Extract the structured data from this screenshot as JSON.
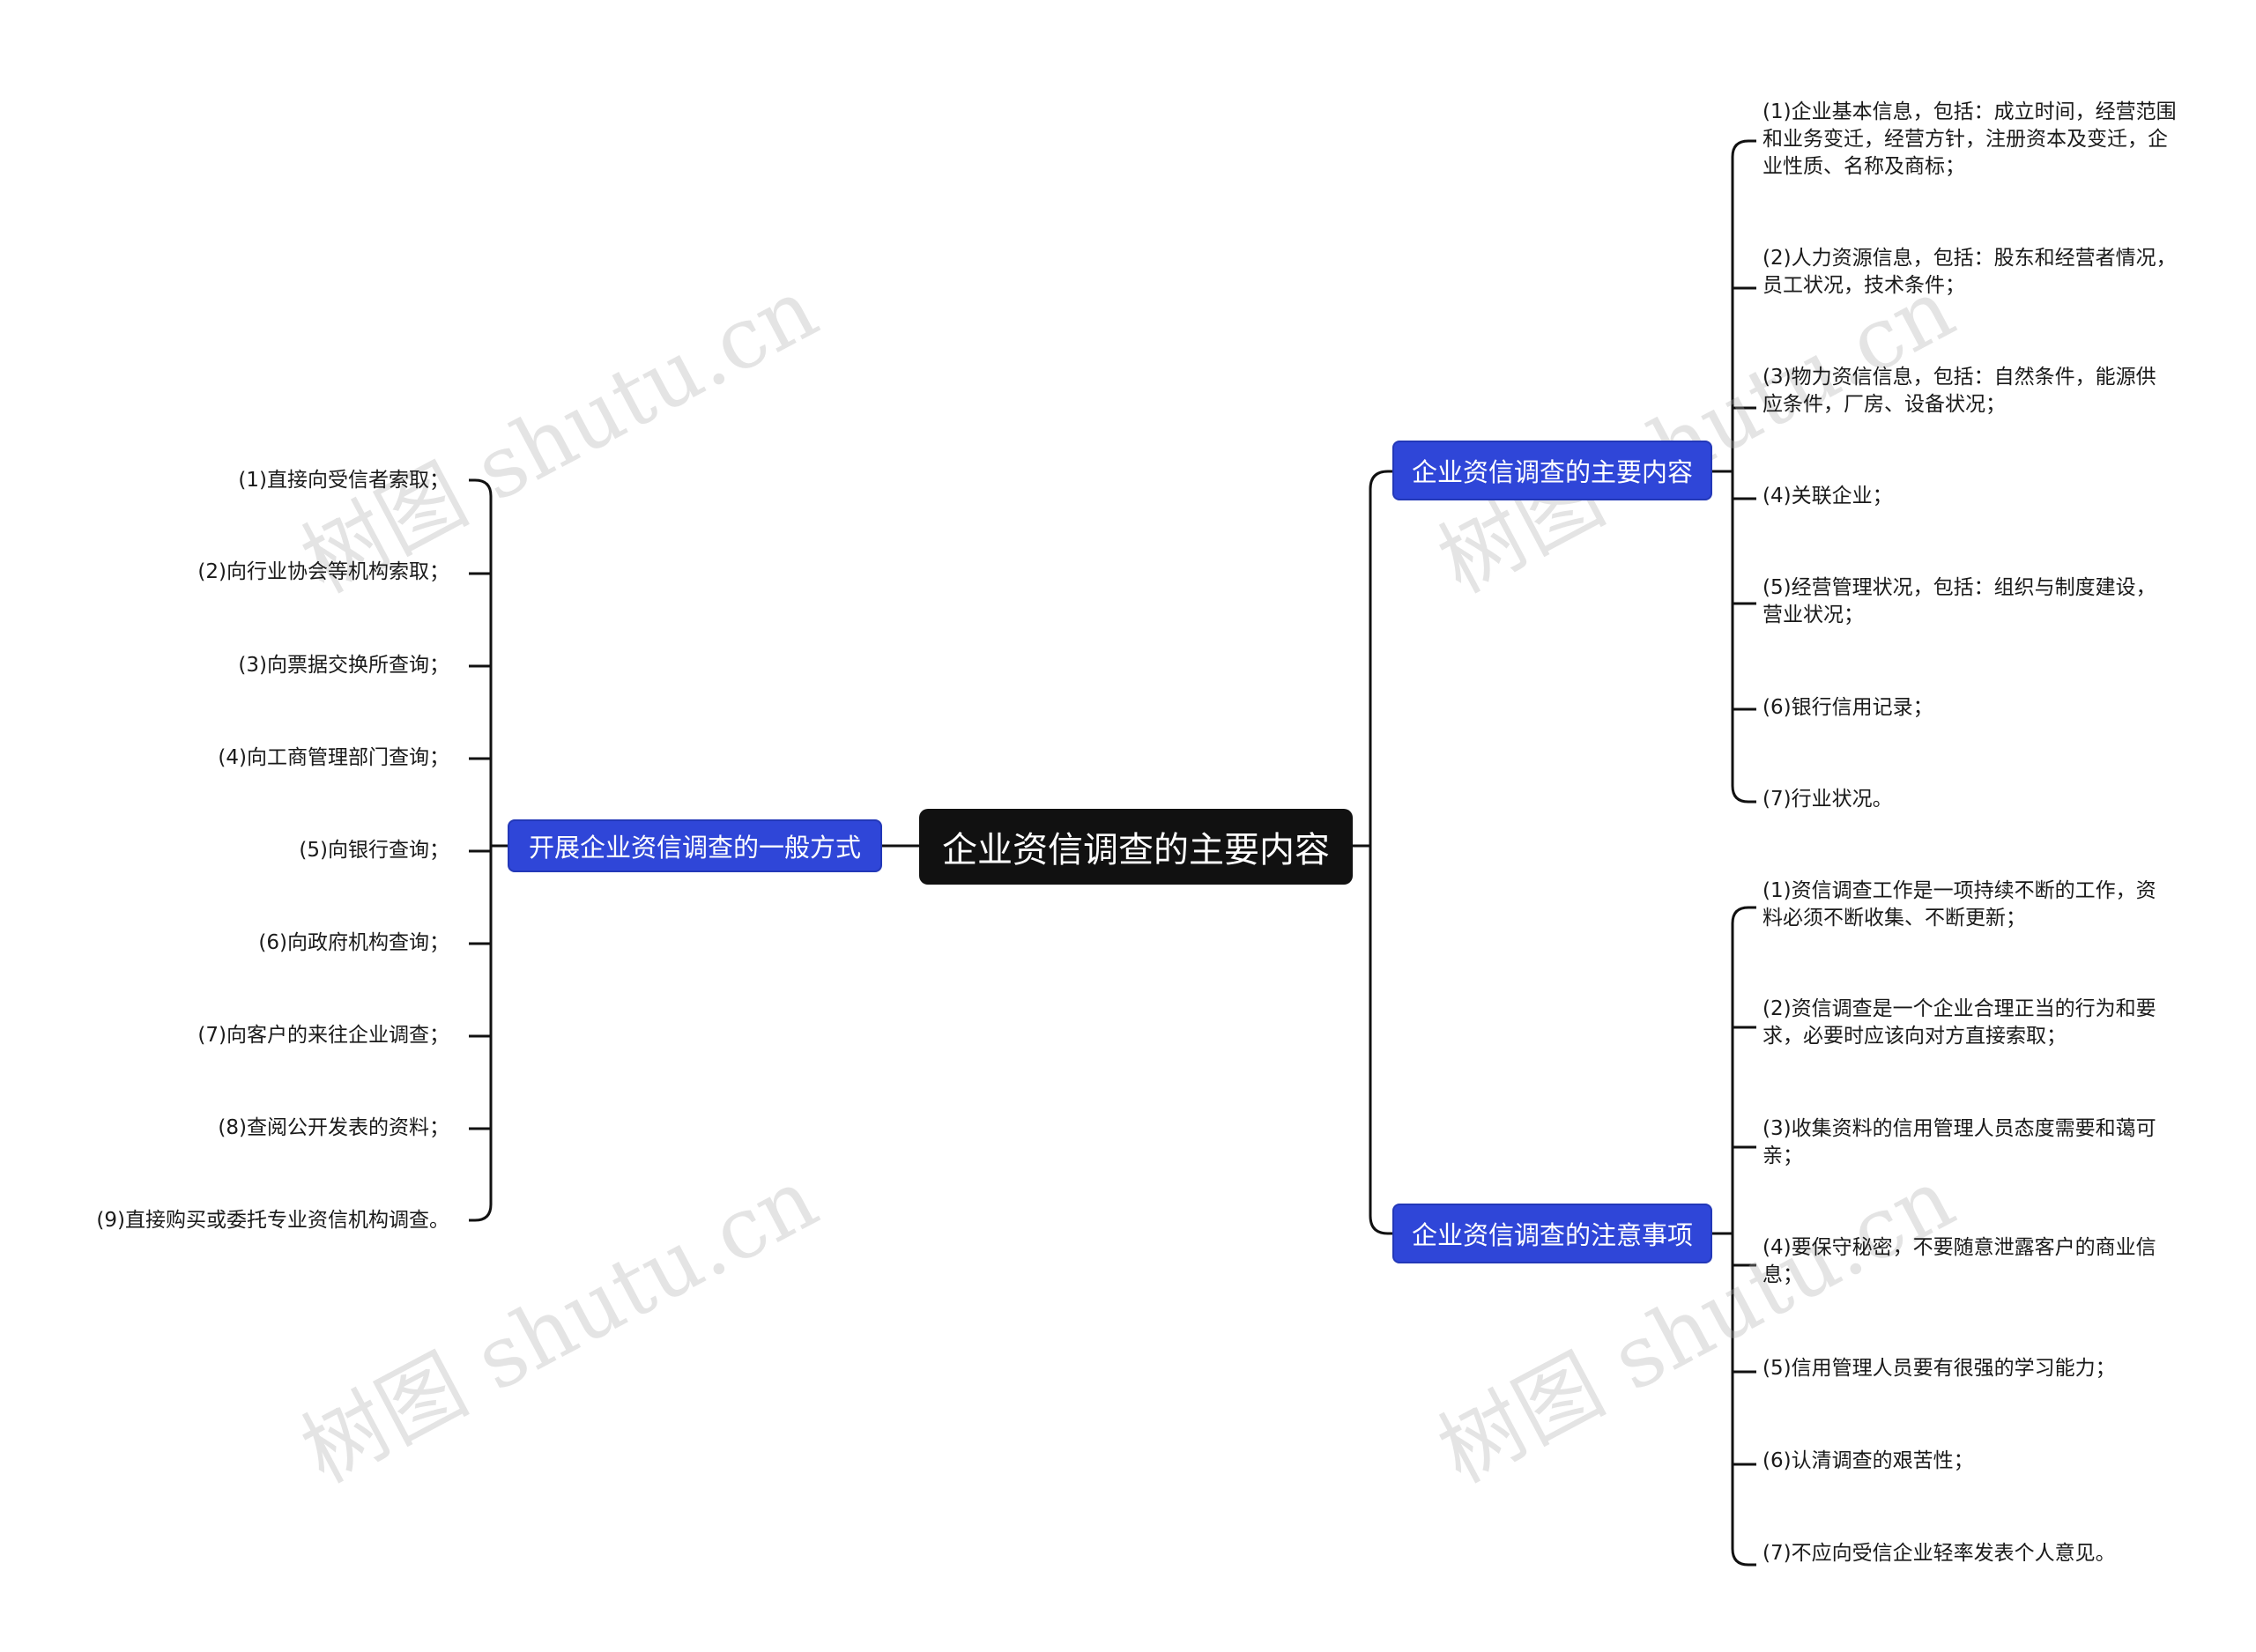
{
  "root": {
    "label": "企业资信调查的主要内容"
  },
  "branches": {
    "left": {
      "label": "开展企业资信调查的一般方式",
      "items": [
        "(1)直接向受信者索取；",
        "(2)向行业协会等机构索取；",
        "(3)向票据交换所查询；",
        "(4)向工商管理部门查询；",
        "(5)向银行查询；",
        "(6)向政府机构查询；",
        "(7)向客户的来往企业调查；",
        "(8)查阅公开发表的资料；",
        "(9)直接购买或委托专业资信机构调查。"
      ]
    },
    "right_top": {
      "label": "企业资信调查的主要内容",
      "items": [
        "(1)企业基本信息，包括：成立时间，经营范围和业务变迁，经营方针，注册资本及变迁，企业性质、名称及商标；",
        "(2)人力资源信息，包括：股东和经营者情况，员工状况，技术条件；",
        "(3)物力资信信息，包括：自然条件，能源供应条件，厂房、设备状况；",
        "(4)关联企业；",
        "(5)经营管理状况，包括：组织与制度建设，营业状况；",
        "(6)银行信用记录；",
        "(7)行业状况。"
      ]
    },
    "right_bottom": {
      "label": "企业资信调查的注意事项",
      "items": [
        "(1)资信调查工作是一项持续不断的工作，资料必须不断收集、不断更新；",
        "(2)资信调查是一个企业合理正当的行为和要求，必要时应该向对方直接索取；",
        "(3)收集资料的信用管理人员态度需要和蔼可亲；",
        "(4)要保守秘密，不要随意泄露客户的商业信息；",
        "(5)信用管理人员要有很强的学习能力；",
        "(6)认清调查的艰苦性；",
        "(7)不应向受信企业轻率发表个人意见。"
      ]
    }
  },
  "watermark": "树图 shutu.cn",
  "colors": {
    "root_bg": "#111111",
    "branch_bg": "#2f46d8",
    "line": "#111111",
    "text": "#1a1a1a"
  }
}
